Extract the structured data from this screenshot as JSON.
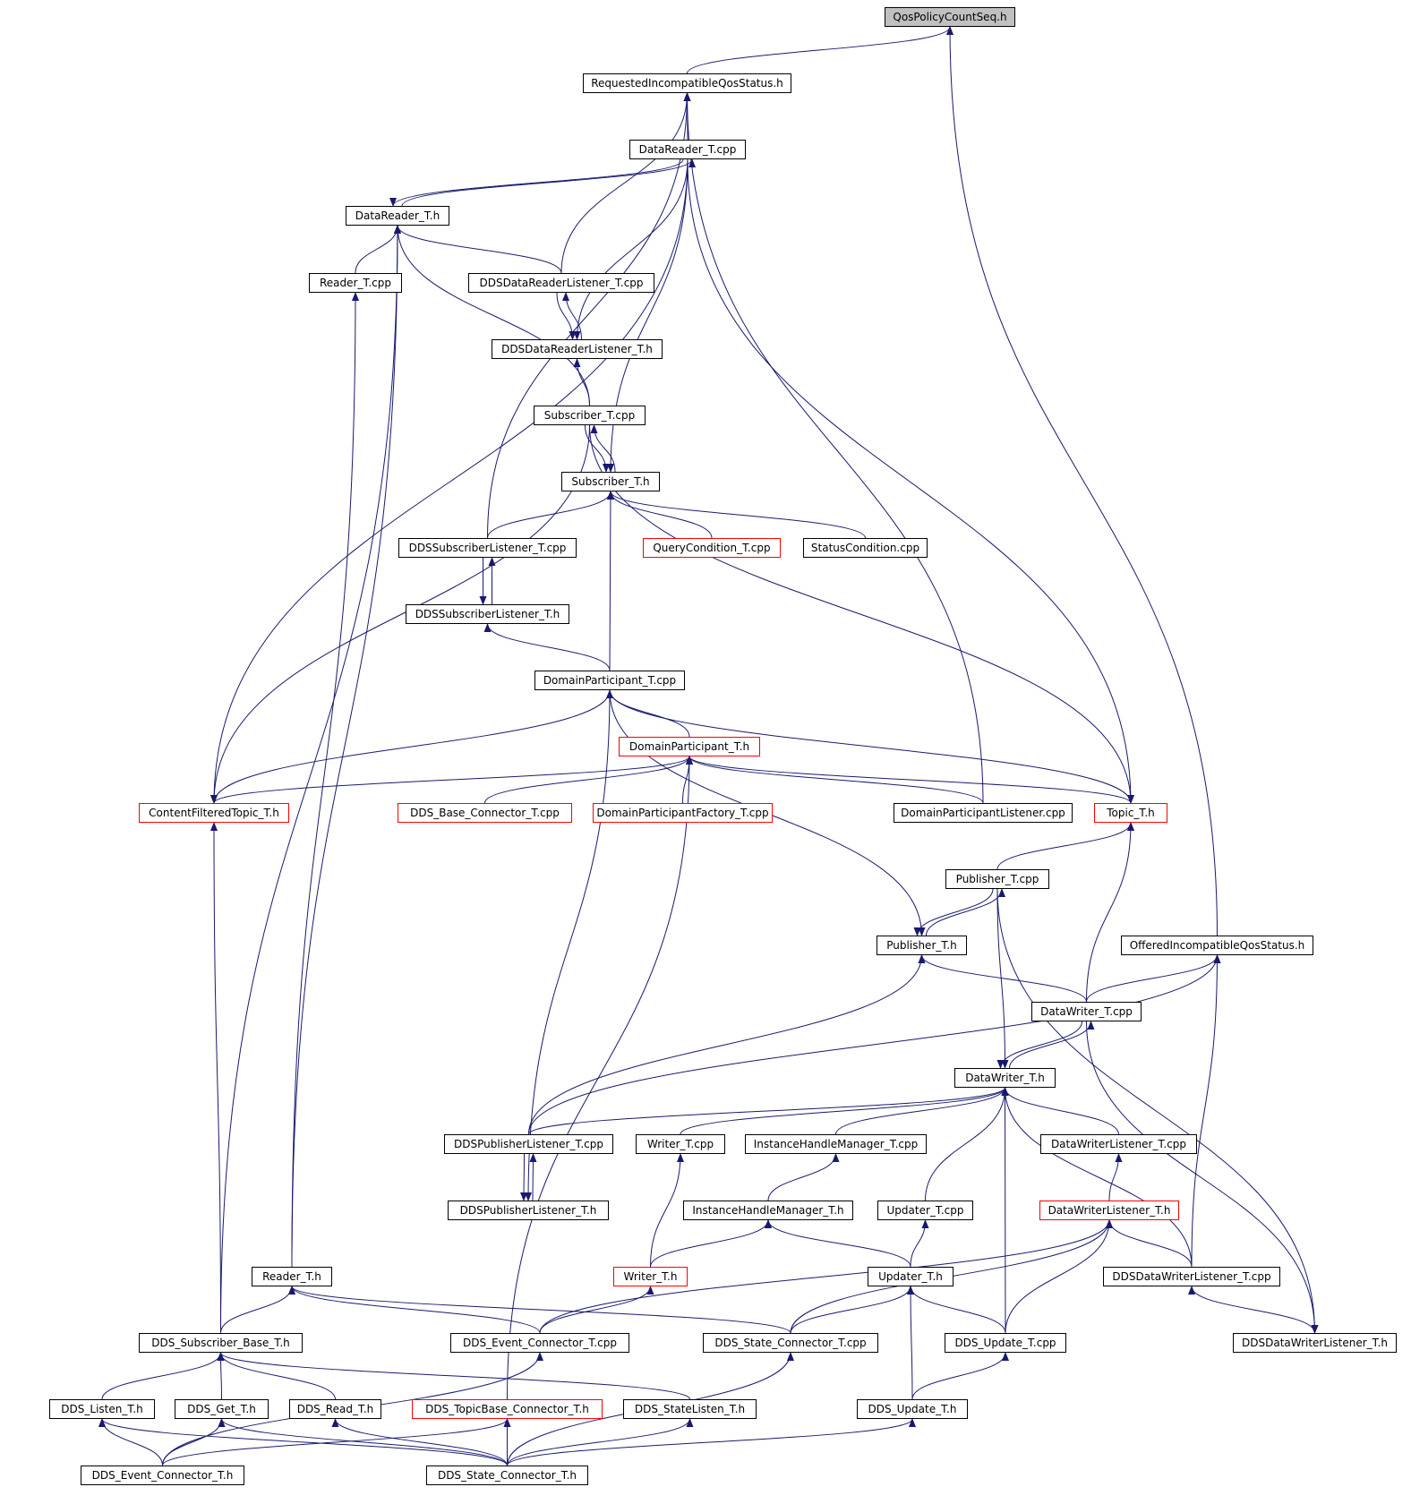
{
  "colors": {
    "edge": "#191970",
    "node_border": "#000000",
    "truncated_border": "#ff0000",
    "root_fill": "#c0c0c0"
  },
  "nodes": [
    {
      "id": "qos",
      "label": "QosPolicyCountSeq.h",
      "style": "root"
    },
    {
      "id": "riqs",
      "label": "RequestedIncompatibleQosStatus.h"
    },
    {
      "id": "drtcpp",
      "label": "DataReader_T.cpp"
    },
    {
      "id": "drth",
      "label": "DataReader_T.h"
    },
    {
      "id": "readcpp",
      "label": "Reader_T.cpp"
    },
    {
      "id": "ddsdrlcpp",
      "label": "DDSDataReaderListener_T.cpp"
    },
    {
      "id": "ddsdrlh",
      "label": "DDSDataReaderListener_T.h"
    },
    {
      "id": "subcpp",
      "label": "Subscriber_T.cpp"
    },
    {
      "id": "subh",
      "label": "Subscriber_T.h"
    },
    {
      "id": "ddsslcpp",
      "label": "DDSSubscriberListener_T.cpp"
    },
    {
      "id": "qccpp",
      "label": "QueryCondition_T.cpp",
      "style": "trunc"
    },
    {
      "id": "sccpp",
      "label": "StatusCondition.cpp"
    },
    {
      "id": "ddsslh",
      "label": "DDSSubscriberListener_T.h"
    },
    {
      "id": "dpcpp",
      "label": "DomainParticipant_T.cpp"
    },
    {
      "id": "dph",
      "label": "DomainParticipant_T.h",
      "style": "trunc"
    },
    {
      "id": "cfth",
      "label": "ContentFilteredTopic_T.h",
      "style": "trunc"
    },
    {
      "id": "dbcch",
      "label": "DDS_Base_Connector_T.cpp",
      "style": "trunc"
    },
    {
      "id": "dpfcpp",
      "label": "DomainParticipantFactory_T.cpp",
      "style": "trunc"
    },
    {
      "id": "dplcpp",
      "label": "DomainParticipantListener.cpp"
    },
    {
      "id": "toph",
      "label": "Topic_T.h",
      "style": "trunc"
    },
    {
      "id": "pubcpp",
      "label": "Publisher_T.cpp"
    },
    {
      "id": "pubh",
      "label": "Publisher_T.h"
    },
    {
      "id": "oiqs",
      "label": "OfferedIncompatibleQosStatus.h"
    },
    {
      "id": "dwcpp",
      "label": "DataWriter_T.cpp"
    },
    {
      "id": "dwh",
      "label": "DataWriter_T.h"
    },
    {
      "id": "ddsplcpp",
      "label": "DDSPublisherListener_T.cpp"
    },
    {
      "id": "wcpp",
      "label": "Writer_T.cpp"
    },
    {
      "id": "ihmcpp",
      "label": "InstanceHandleManager_T.cpp"
    },
    {
      "id": "dwlcpp",
      "label": "DataWriterListener_T.cpp"
    },
    {
      "id": "ddsplh",
      "label": "DDSPublisherListener_T.h"
    },
    {
      "id": "ihmh",
      "label": "InstanceHandleManager_T.h"
    },
    {
      "id": "updcpp",
      "label": "Updater_T.cpp"
    },
    {
      "id": "dwlh",
      "label": "DataWriterListener_T.h",
      "style": "trunc"
    },
    {
      "id": "readh",
      "label": "Reader_T.h"
    },
    {
      "id": "wh",
      "label": "Writer_T.h",
      "style": "trunc"
    },
    {
      "id": "updh",
      "label": "Updater_T.h"
    },
    {
      "id": "ddsdwlcpp",
      "label": "DDSDataWriterListener_T.cpp"
    },
    {
      "id": "dsbh",
      "label": "DDS_Subscriber_Base_T.h"
    },
    {
      "id": "decpp",
      "label": "DDS_Event_Connector_T.cpp"
    },
    {
      "id": "dscpp",
      "label": "DDS_State_Connector_T.cpp"
    },
    {
      "id": "ducpp",
      "label": "DDS_Update_T.cpp"
    },
    {
      "id": "ddsdwlh",
      "label": "DDSDataWriterListener_T.h"
    },
    {
      "id": "dlh",
      "label": "DDS_Listen_T.h"
    },
    {
      "id": "dgh",
      "label": "DDS_Get_T.h"
    },
    {
      "id": "drh",
      "label": "DDS_Read_T.h"
    },
    {
      "id": "dtbch",
      "label": "DDS_TopicBase_Connector_T.h",
      "style": "trunc"
    },
    {
      "id": "dslh",
      "label": "DDS_StateListen_T.h"
    },
    {
      "id": "duh",
      "label": "DDS_Update_T.h"
    },
    {
      "id": "dech",
      "label": "DDS_Event_Connector_T.h"
    },
    {
      "id": "dsch",
      "label": "DDS_State_Connector_T.h"
    }
  ],
  "edges": [
    [
      "riqs",
      "qos"
    ],
    [
      "oiqs",
      "qos"
    ],
    [
      "drtcpp",
      "riqs"
    ],
    [
      "ddsdrlcpp",
      "riqs"
    ],
    [
      "ddsslcpp",
      "riqs"
    ],
    [
      "dplcpp",
      "riqs"
    ],
    [
      "drtcpp",
      "drth"
    ],
    [
      "drtcpp",
      "ddsdrlh"
    ],
    [
      "drtcpp",
      "subh"
    ],
    [
      "drtcpp",
      "toph"
    ],
    [
      "drtcpp",
      "cfth"
    ],
    [
      "drth",
      "drtcpp"
    ],
    [
      "readcpp",
      "drth"
    ],
    [
      "ddsdrlcpp",
      "drth"
    ],
    [
      "subcpp",
      "drth"
    ],
    [
      "readh",
      "drth"
    ],
    [
      "dsbh",
      "drth"
    ],
    [
      "ddsdrlh",
      "ddsdrlcpp"
    ],
    [
      "ddsdrlcpp",
      "ddsdrlh"
    ],
    [
      "subcpp",
      "ddsdrlh"
    ],
    [
      "readh",
      "readcpp"
    ],
    [
      "subcpp",
      "subh"
    ],
    [
      "subh",
      "subcpp"
    ],
    [
      "subcpp",
      "cfth"
    ],
    [
      "subcpp",
      "toph"
    ],
    [
      "ddsslcpp",
      "subh"
    ],
    [
      "qccpp",
      "subh"
    ],
    [
      "sccpp",
      "subh"
    ],
    [
      "dpcpp",
      "subh"
    ],
    [
      "ddsslh",
      "ddsslcpp"
    ],
    [
      "ddsslcpp",
      "ddsslh"
    ],
    [
      "dpcpp",
      "ddsslh"
    ],
    [
      "dpcpp",
      "cfth"
    ],
    [
      "dpcpp",
      "toph"
    ],
    [
      "dpcpp",
      "pubh"
    ],
    [
      "dpcpp",
      "ddsplh"
    ],
    [
      "dph",
      "dpcpp"
    ],
    [
      "cfth",
      "dph"
    ],
    [
      "dbcch",
      "dph"
    ],
    [
      "dpfcpp",
      "dph"
    ],
    [
      "dplcpp",
      "dph"
    ],
    [
      "toph",
      "dph"
    ],
    [
      "dtbch",
      "dph"
    ],
    [
      "dsbh",
      "cfth"
    ],
    [
      "pubcpp",
      "toph"
    ],
    [
      "dwcpp",
      "toph"
    ],
    [
      "pubcpp",
      "pubh"
    ],
    [
      "pubh",
      "pubcpp"
    ],
    [
      "pubcpp",
      "dwh"
    ],
    [
      "pubcpp",
      "ddsdwlh"
    ],
    [
      "dwcpp",
      "pubh"
    ],
    [
      "ddsplcpp",
      "pubh"
    ],
    [
      "dwcpp",
      "oiqs"
    ],
    [
      "ddsplcpp",
      "oiqs"
    ],
    [
      "ddsdwlcpp",
      "oiqs"
    ],
    [
      "dwcpp",
      "dwh"
    ],
    [
      "dwh",
      "dwcpp"
    ],
    [
      "dwcpp",
      "ddsdwlh"
    ],
    [
      "ddsplcpp",
      "dwh"
    ],
    [
      "wcpp",
      "dwh"
    ],
    [
      "ihmcpp",
      "dwh"
    ],
    [
      "dwlcpp",
      "dwh"
    ],
    [
      "updcpp",
      "dwh"
    ],
    [
      "ddsdwlcpp",
      "dwh"
    ],
    [
      "ducpp",
      "dwh"
    ],
    [
      "ddsplh",
      "ddsplcpp"
    ],
    [
      "ddsplcpp",
      "ddsplh"
    ],
    [
      "wh",
      "wcpp"
    ],
    [
      "ihmh",
      "ihmcpp"
    ],
    [
      "dwlh",
      "dwlcpp"
    ],
    [
      "wh",
      "ihmh"
    ],
    [
      "updh",
      "ihmh"
    ],
    [
      "updh",
      "updcpp"
    ],
    [
      "ddsdwlcpp",
      "dwlh"
    ],
    [
      "ducpp",
      "dwlh"
    ],
    [
      "decpp",
      "dwlh"
    ],
    [
      "dscpp",
      "dwlh"
    ],
    [
      "dsbh",
      "readh"
    ],
    [
      "decpp",
      "readh"
    ],
    [
      "dscpp",
      "readh"
    ],
    [
      "decpp",
      "wh"
    ],
    [
      "dscpp",
      "updh"
    ],
    [
      "ducpp",
      "updh"
    ],
    [
      "duh",
      "updh"
    ],
    [
      "ddsdwlh",
      "ddsdwlcpp"
    ],
    [
      "dlh",
      "dsbh"
    ],
    [
      "dgh",
      "dsbh"
    ],
    [
      "drh",
      "dsbh"
    ],
    [
      "dslh",
      "dsbh"
    ],
    [
      "dech",
      "decpp"
    ],
    [
      "duh",
      "ducpp"
    ],
    [
      "dsch",
      "dscpp"
    ],
    [
      "dech",
      "dlh"
    ],
    [
      "dech",
      "dgh"
    ],
    [
      "dech",
      "dtbch"
    ],
    [
      "dsch",
      "dlh"
    ],
    [
      "dsch",
      "dgh"
    ],
    [
      "dsch",
      "drh"
    ],
    [
      "dsch",
      "dtbch"
    ],
    [
      "dsch",
      "dslh"
    ],
    [
      "dsch",
      "duh"
    ]
  ]
}
